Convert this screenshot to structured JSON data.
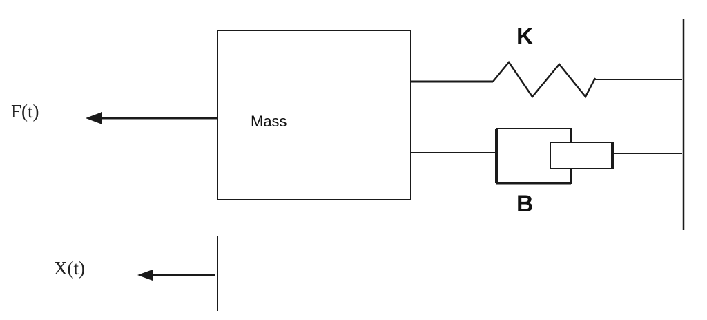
{
  "labels": {
    "force": "F(t)",
    "mass": "Mass",
    "spring": "K",
    "damper": "B",
    "displacement": "X(t)"
  },
  "colors": {
    "stroke": "#1a1a1a",
    "background": "#ffffff"
  }
}
